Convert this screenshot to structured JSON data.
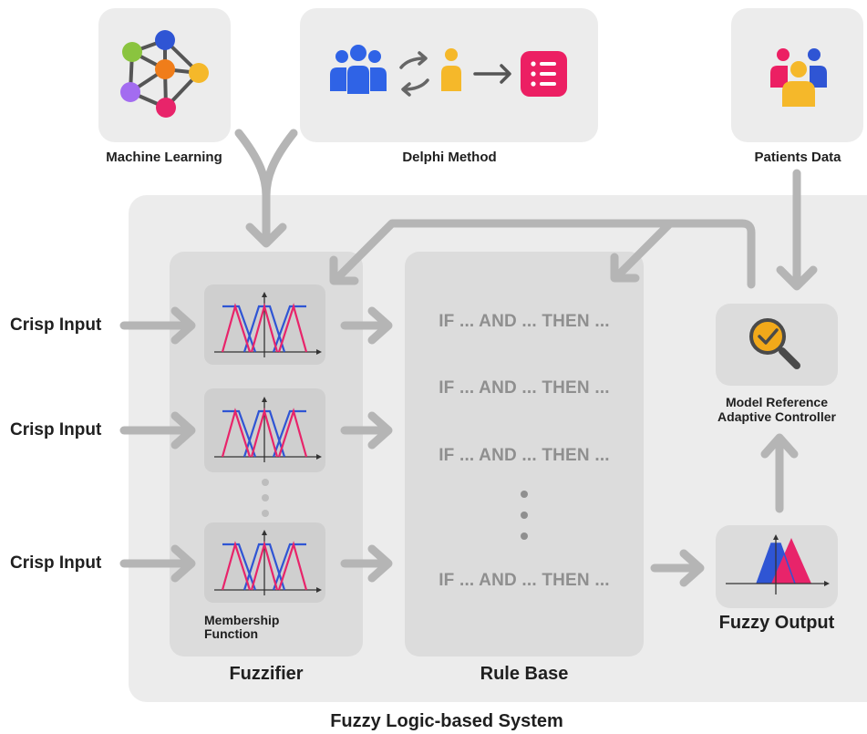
{
  "sources": {
    "ml_label": "Machine Learning",
    "delphi_label": "Delphi Method",
    "patients_label": "Patients Data"
  },
  "system": {
    "title": "Fuzzy Logic-based System",
    "fuzzifier_label": "Fuzzifier",
    "membership_label_line1": "Membership",
    "membership_label_line2": "Function",
    "rule_base_label": "Rule Base",
    "rules": [
      "IF ... AND ... THEN ...",
      "IF ... AND ... THEN ...",
      "IF ... AND ... THEN ...",
      "IF ... AND ... THEN ..."
    ],
    "controller_line1": "Model Reference",
    "controller_line2": "Adaptive Controller",
    "fuzzy_output_label": "Fuzzy Output"
  },
  "inputs": [
    "Crisp Input",
    "Crisp Input",
    "Crisp Input"
  ],
  "colors": {
    "mf_blue": "#2f55d4",
    "mf_pink": "#e8246a",
    "arrow_gray": "#b5b5b5",
    "ml_green": "#8ac43f",
    "ml_blue": "#2f55d4",
    "ml_orange": "#f07d1a",
    "ml_yellow": "#f5b82a",
    "ml_purple": "#a36cf0",
    "ml_pink": "#e8246a",
    "delphi_blue": "#2f63e6",
    "delphi_yellow": "#f5b82a",
    "delphi_pink": "#ec1f63",
    "magnifier_yellow": "#f2a91a"
  },
  "icons": [
    "neural-network-icon",
    "group-icon",
    "swap-arrows-icon",
    "person-icon",
    "right-arrow-icon",
    "list-icon",
    "patients-icon",
    "magnifier-check-icon"
  ]
}
